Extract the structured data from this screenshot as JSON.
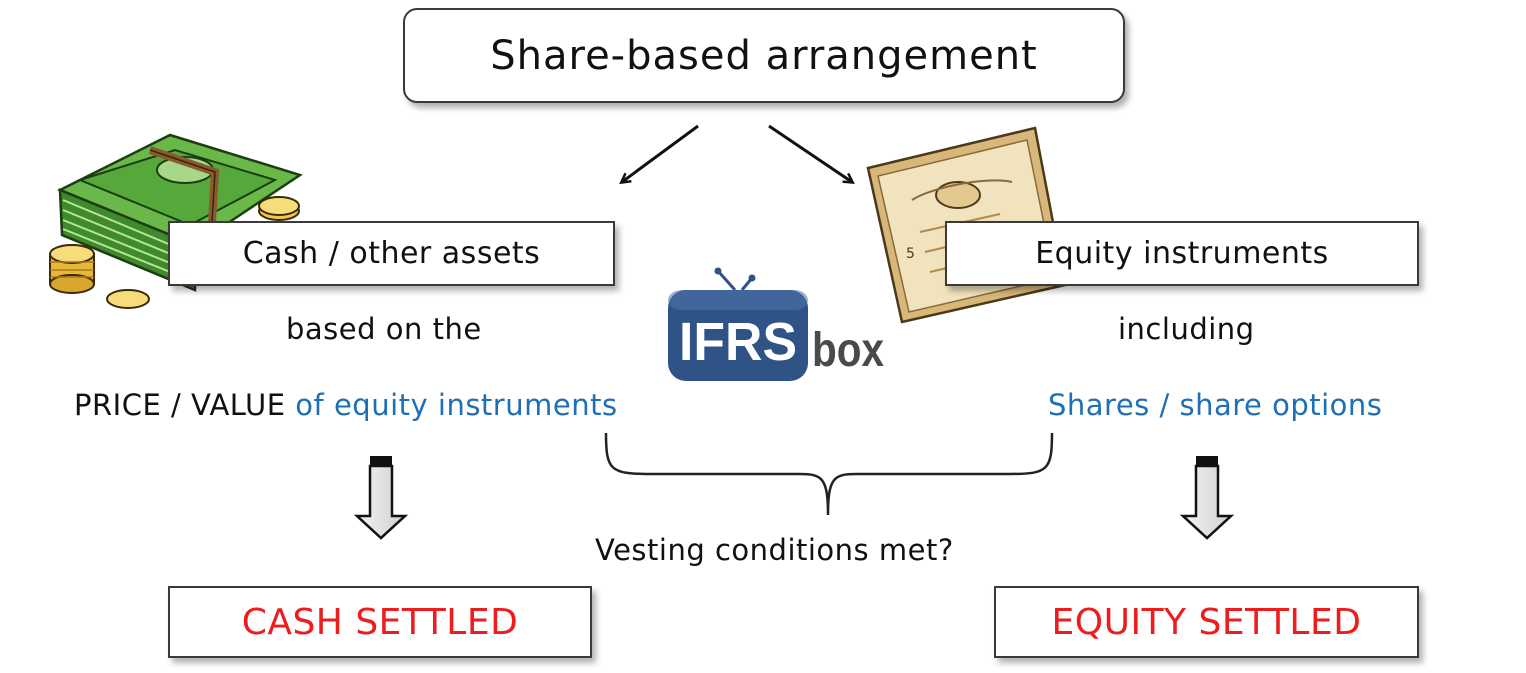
{
  "diagram": {
    "title": "Share-based arrangement",
    "left": {
      "box_label": "Cash / other assets",
      "caption": "based on the",
      "line_black": "PRICE / VALUE ",
      "line_blue": "of equity instruments",
      "result": "CASH SETTLED"
    },
    "right": {
      "box_label": "Equity instruments",
      "caption": "including",
      "line_blue": "Shares / share options",
      "result": "EQUITY SETTLED"
    },
    "question": "Vesting conditions met?",
    "logo": {
      "main": "IFRS",
      "suffix": "box"
    }
  },
  "colors": {
    "text": "#111111",
    "accent_blue": "#1f6fb5",
    "result_red": "#ee1c1c",
    "logo_blue": "#2f5387",
    "logo_gray": "#4a4a4a",
    "money_green": "#3f9a2f",
    "coin_gold": "#e8b83a",
    "certificate": "#e9d7a8"
  },
  "icons": [
    "money-stack-icon",
    "coins-icon",
    "share-certificate-icon",
    "ifrsbox-logo"
  ]
}
